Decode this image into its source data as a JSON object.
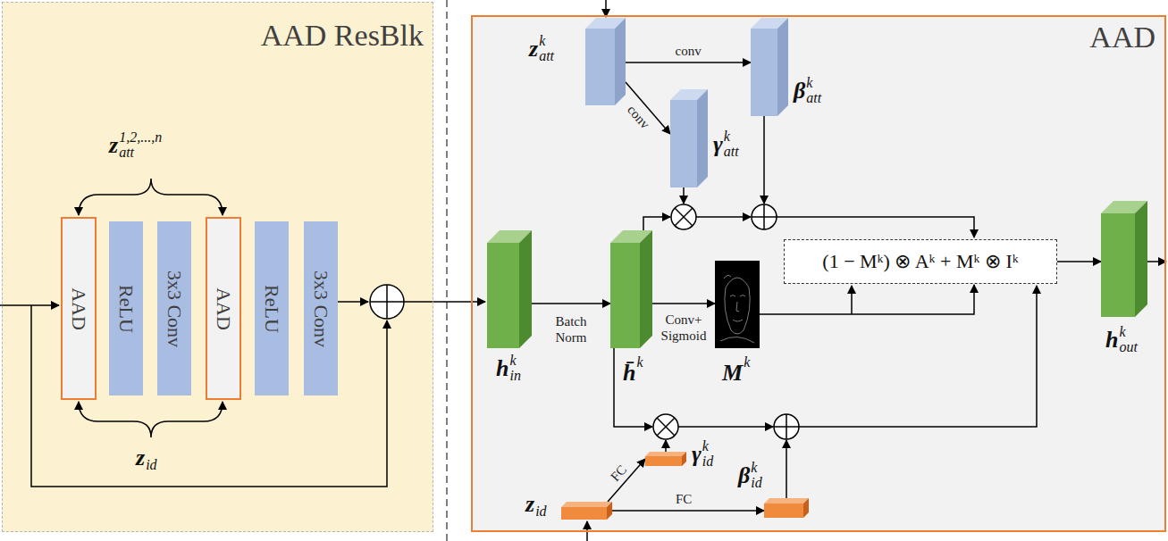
{
  "diagram": {
    "nodes": [
      {
        "text": [
          "AAD ResBlk"
        ]
      },
      {
        "text": [
          "AAD"
        ],
        "in": 0
      },
      {
        "text": [
          "ReLU"
        ],
        "in": 0
      },
      {
        "text": [
          "3x3 Conv"
        ],
        "in": 0
      },
      {
        "text": [
          "AAD"
        ],
        "in": 0
      },
      {
        "text": [
          "ReLU"
        ],
        "in": 0
      },
      {
        "text": [
          "3x3 Conv"
        ],
        "in": 0
      },
      {
        "text": [
          "AAD"
        ]
      },
      {
        "text": [
          "z",
          "k",
          "att"
        ],
        "in": 7
      },
      {
        "text": [
          "β",
          "k",
          "att"
        ],
        "in": 7
      },
      {
        "text": [
          "γ",
          "k",
          "att"
        ],
        "in": 7
      },
      {
        "text": [
          "h",
          "k",
          "in"
        ],
        "in": 7
      },
      {
        "text": [
          "h̄",
          "k"
        ],
        "in": 7
      },
      {
        "text": [
          "M",
          "k"
        ],
        "in": 7
      },
      {
        "text": [
          "(1 − Mᵏ) ⊗ Aᵏ + Mᵏ ⊗ Iᵏ"
        ],
        "in": 7
      },
      {
        "text": [
          "h",
          "k",
          "out"
        ],
        "in": 7
      },
      {
        "text": [
          "γ",
          "k",
          "id"
        ],
        "in": 7
      },
      {
        "text": [
          "β",
          "k",
          "id"
        ],
        "in": 7
      },
      {
        "text": [
          "z",
          "id"
        ],
        "in": 7
      }
    ],
    "edges": [
      {
        "from": 8,
        "to": 9,
        "label": "conv",
        "arrow": "to"
      },
      {
        "from": 8,
        "to": 10,
        "label": "conv",
        "arrow": "to"
      },
      {
        "from": 11,
        "to": 12,
        "label": "Batch Norm",
        "arrow": "to"
      },
      {
        "from": 12,
        "to": 13,
        "label": "Conv+ Sigmoid",
        "arrow": "to"
      },
      {
        "from": 13,
        "to": 14,
        "arrow": "to"
      },
      {
        "from": 18,
        "to": 16,
        "label": "FC",
        "arrow": "to"
      },
      {
        "from": 18,
        "to": 17,
        "label": "FC",
        "arrow": "to"
      },
      {
        "from": 14,
        "to": 15,
        "arrow": "to"
      }
    ],
    "labels": [
      "z",
      "1,2,...,n",
      "att",
      "z",
      "id"
    ]
  }
}
